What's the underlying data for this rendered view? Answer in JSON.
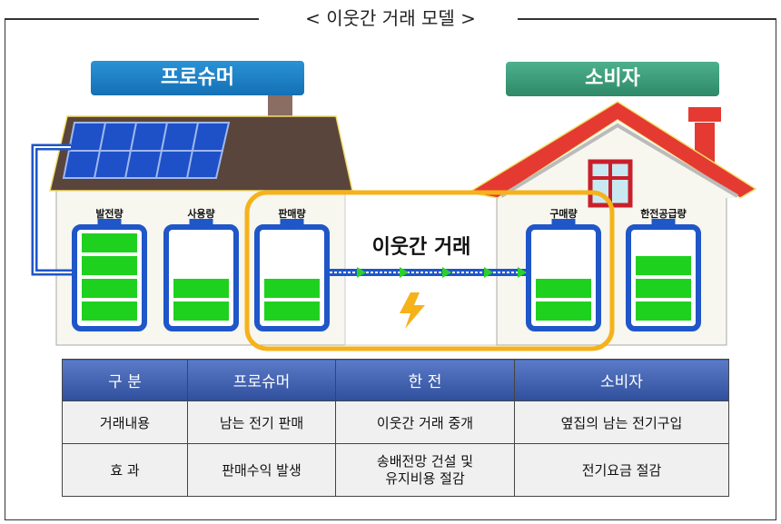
{
  "title": "< 이웃간 거래 모델 >",
  "producer_badge": "프로슈머",
  "consumer_badge": "소비자",
  "trade_label": "이웃간 거래",
  "batteries": [
    {
      "label": "발전량",
      "level": 4
    },
    {
      "label": "사용량",
      "level": 2
    },
    {
      "label": "판매량",
      "level": 2
    },
    {
      "label": "구매량",
      "level": 2
    },
    {
      "label": "한전공급량",
      "level": 3
    }
  ],
  "colors": {
    "producer": "#1a7fc4",
    "consumer": "#3a9a78",
    "battery": "#1f56c8",
    "fill": "#1fd11f",
    "highlight": "#f5b21a",
    "roof_red": "#e53a32",
    "roof_brown": "#5a453c"
  },
  "table": {
    "headers": [
      "구 분",
      "프로슈머",
      "한 전",
      "소비자"
    ],
    "rows": [
      [
        "거래내용",
        "남는 전기 판매",
        "이웃간 거래 중개",
        "옆집의 남는 전기구입"
      ],
      [
        "효 과",
        "판매수익 발생",
        "송배전망 건설 및\n유지비용 절감",
        "전기요금 절감"
      ]
    ]
  }
}
